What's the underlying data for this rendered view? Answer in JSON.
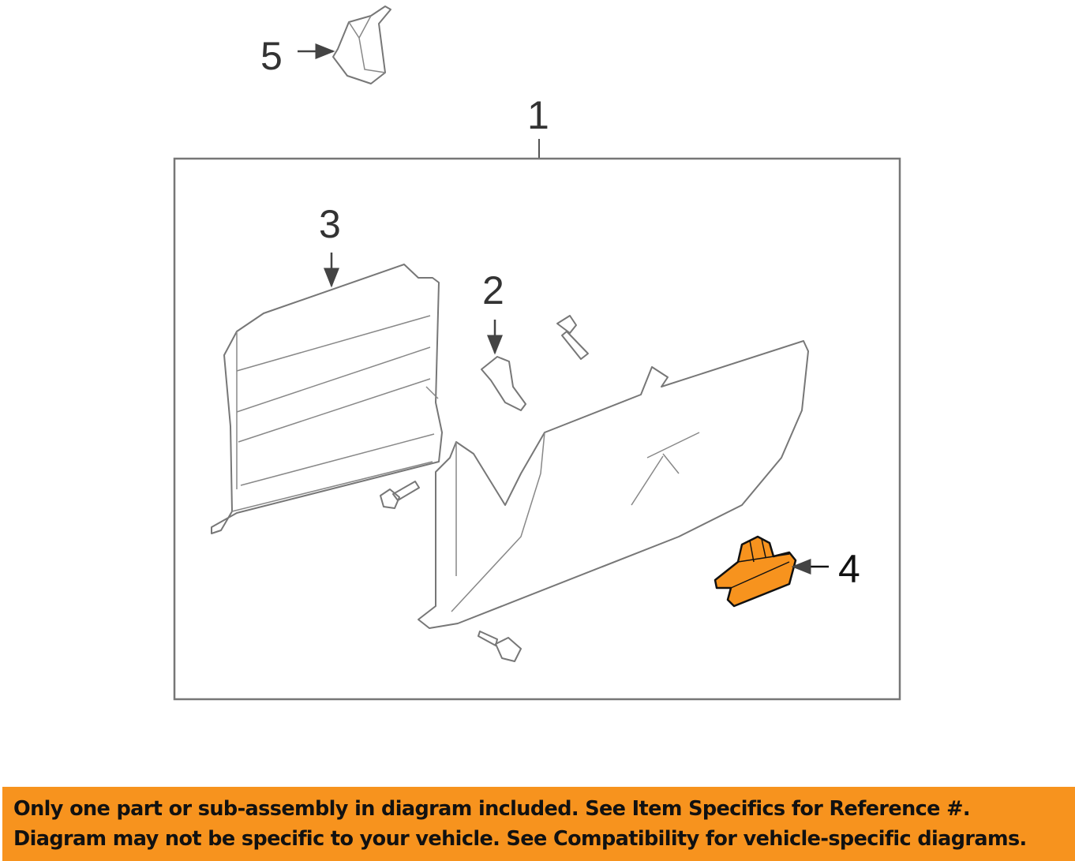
{
  "callouts": {
    "c1": "1",
    "c2": "2",
    "c3": "3",
    "c4": "4",
    "c5": "5"
  },
  "highlight_color": "#F7931E",
  "banner": {
    "line1": "Only one part or sub-assembly in diagram included. See Item Specifics for Reference #.",
    "line2": "Diagram may not be specific to your vehicle. See Compatibility for vehicle-specific diagrams."
  }
}
